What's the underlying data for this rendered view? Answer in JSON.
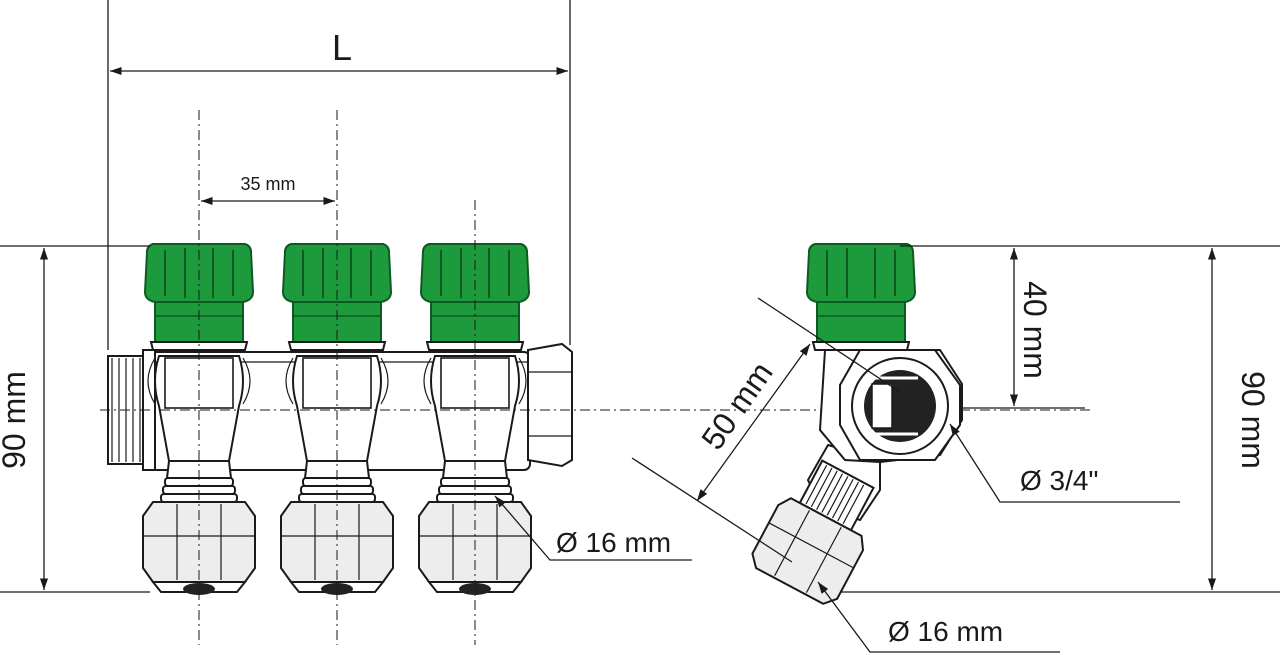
{
  "labels": {
    "length": "L",
    "spacing": "35 mm",
    "height_left": "90 mm",
    "height_right": "90 mm",
    "cap_height": "40 mm",
    "diagonal": "50 mm",
    "thread": "Ø 3/4\"",
    "pipe_front": "Ø 16 mm",
    "pipe_side": "Ø 16 mm"
  },
  "colors": {
    "cap_green": "#1d9a3c",
    "cap_dark": "#0f5a22",
    "line": "#1a1a1a",
    "port_dark": "#222222"
  },
  "outlets": 3
}
